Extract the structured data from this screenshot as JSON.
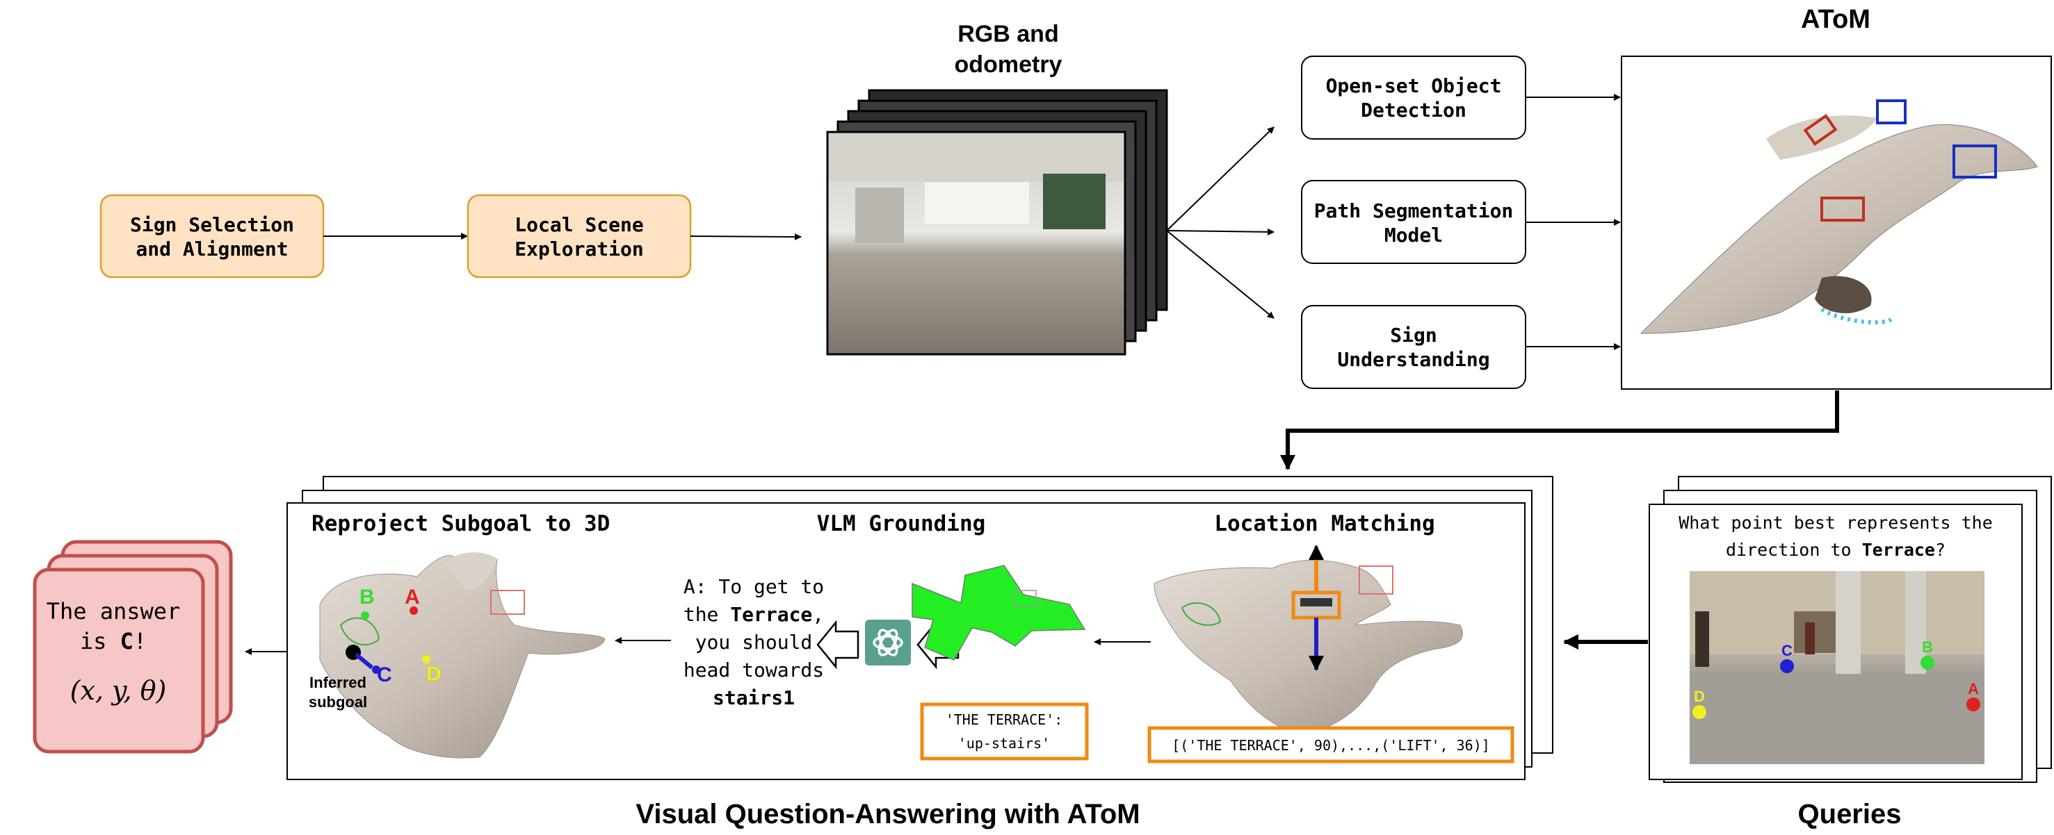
{
  "pipeline": {
    "step_sign_selection": [
      "Sign Selection",
      "and Alignment"
    ],
    "step_local_exploration": [
      "Local Scene",
      "Exploration"
    ],
    "rgb_title": [
      "RGB and",
      "odometry"
    ],
    "detection": [
      "Open-set Object",
      "Detection"
    ],
    "path_segmentation": [
      "Path Segmentation",
      "Model"
    ],
    "sign_understanding": [
      "Sign",
      "Understanding"
    ],
    "atom_title": "AToM"
  },
  "vqa": {
    "reproject_title": "Reproject Subgoal to 3D",
    "vlm_title": "VLM Grounding",
    "location_title": "Location Matching",
    "answer_lines": {
      "l1": "A: To get to",
      "l2a": "the ",
      "l2b": "Terrace",
      "l2c": ",",
      "l3": "you should",
      "l4": "head towards",
      "l5": "stairs1"
    },
    "vlm_box": [
      "'THE TERRACE':",
      "'up-stairs'"
    ],
    "location_box": "[('THE TERRACE', 90),...,('LIFT', 36)]",
    "inferred_subgoal": [
      "Inferred",
      "subgoal"
    ],
    "points": {
      "a": "A",
      "b": "B",
      "c": "C",
      "d": "D"
    },
    "bottom_title": "Visual Question-Answering with AToM"
  },
  "queries": {
    "question_l1": "What point best represents the",
    "question_l2a": "direction to ",
    "question_l2b": "Terrace",
    "question_l2c": "?",
    "points": {
      "a": "A",
      "b": "B",
      "c": "C",
      "d": "D"
    },
    "title": "Queries"
  },
  "answer": {
    "line1": "The answer",
    "line2a": "is ",
    "line2b": "C",
    "line2c": "!",
    "formula": "(x, y, θ)"
  },
  "colors": {
    "orange_fill": "#fde3c3",
    "orange_stroke": "#d9a030",
    "red_fill": "#f7c6c6",
    "red_stroke": "#c0504d",
    "highlight_orange": "#f08a14",
    "green": "#22ee22",
    "openai_teal": "#5aa08e",
    "point_blue": "#2020d0",
    "point_yellow": "#f0f020",
    "point_red": "#e02020",
    "point_green": "#33dd33"
  }
}
